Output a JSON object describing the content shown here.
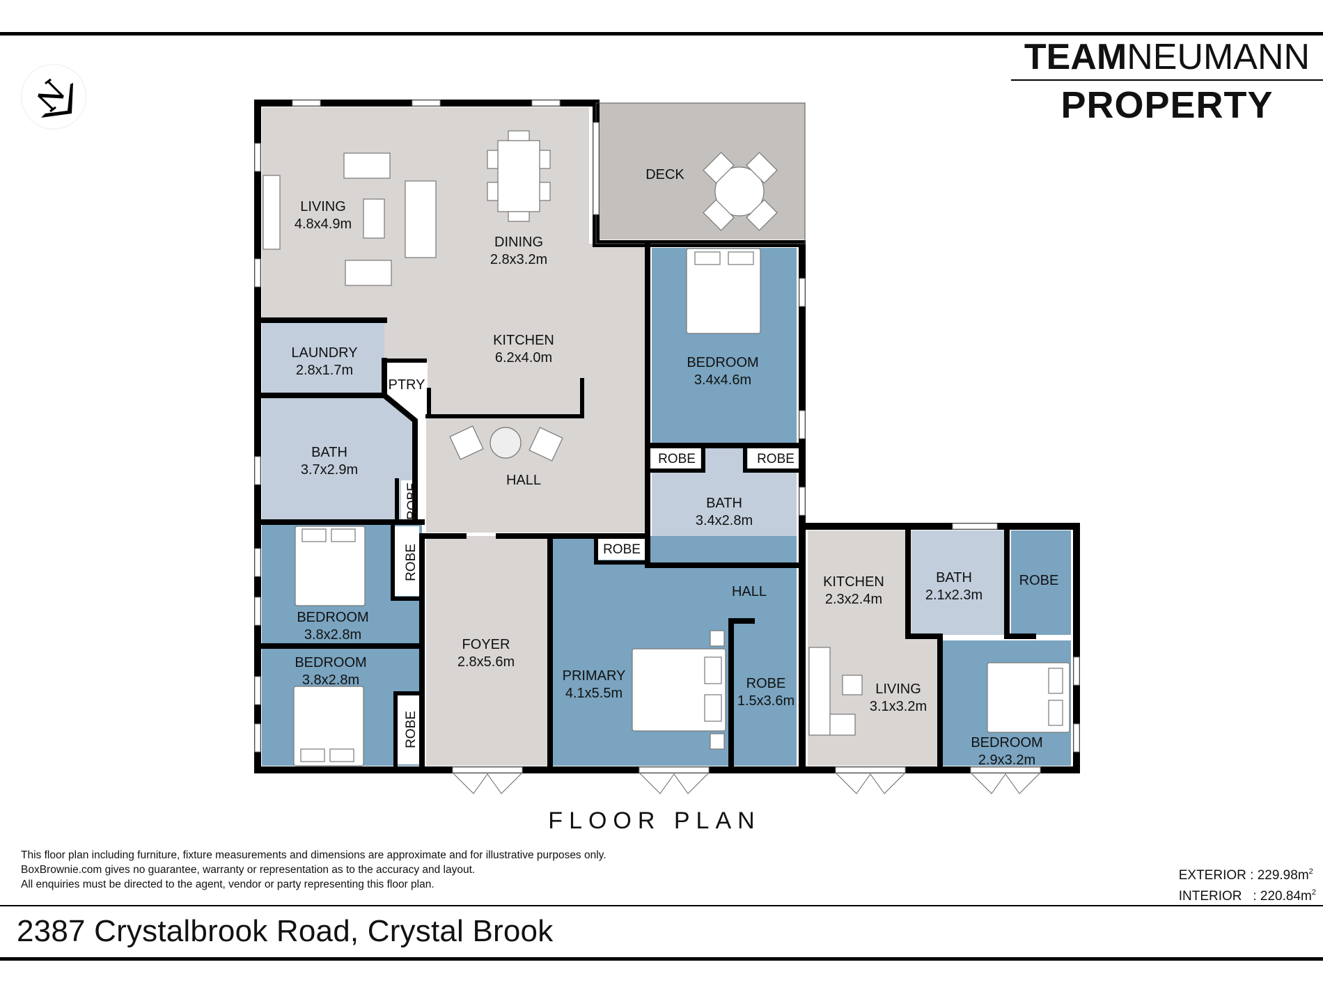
{
  "header": {
    "brand_team": "TEAM",
    "brand_neumann": "NEUMANN",
    "brand_property": "PROPERTY",
    "compass_icon": "north-arrow-icon"
  },
  "plan": {
    "title": "FLOOR PLAN",
    "colors": {
      "wall": "#000000",
      "living_zone": "#d9d5d3",
      "deck": "#c3c0bd",
      "bedroom": "#7aa4c0",
      "wet_area": "#c2cedc",
      "robe_small": "#ffffff"
    },
    "rooms": {
      "living": {
        "name": "LIVING",
        "size": "4.8x4.9m"
      },
      "dining": {
        "name": "DINING",
        "size": "2.8x3.2m"
      },
      "deck": {
        "name": "DECK"
      },
      "kitchen": {
        "name": "KITCHEN",
        "size": "6.2x4.0m"
      },
      "laundry": {
        "name": "LAUNDRY",
        "size": "2.8x1.7m"
      },
      "pantry": {
        "name": "PTRY"
      },
      "bath_main": {
        "name": "BATH",
        "size": "3.7x2.9m"
      },
      "hall_main": {
        "name": "HALL"
      },
      "bedroom_ne": {
        "name": "BEDROOM",
        "size": "3.4x4.6m"
      },
      "robe_ne_left": {
        "name": "ROBE"
      },
      "robe_ne_right": {
        "name": "ROBE"
      },
      "bath_ensuite": {
        "name": "BATH",
        "size": "3.4x2.8m"
      },
      "robe_bath_side": {
        "name": "ROBE"
      },
      "robe_primary_entry": {
        "name": "ROBE"
      },
      "hall_primary": {
        "name": "HALL"
      },
      "primary": {
        "name": "PRIMARY",
        "size": "4.1x5.5m"
      },
      "robe_walkin": {
        "name": "ROBE",
        "size": "1.5x3.6m"
      },
      "bedroom_w1": {
        "name": "BEDROOM",
        "size": "3.8x2.8m"
      },
      "robe_w1": {
        "name": "ROBE"
      },
      "bedroom_w2": {
        "name": "BEDROOM",
        "size": "3.8x2.8m"
      },
      "robe_w2": {
        "name": "ROBE"
      },
      "foyer": {
        "name": "FOYER",
        "size": "2.8x5.6m"
      },
      "kitchen_unit": {
        "name": "KITCHEN",
        "size": "2.3x2.4m"
      },
      "living_unit": {
        "name": "LIVING",
        "size": "3.1x3.2m"
      },
      "bath_unit": {
        "name": "BATH",
        "size": "2.1x2.3m"
      },
      "robe_unit": {
        "name": "ROBE"
      },
      "bedroom_unit": {
        "name": "BEDROOM",
        "size": "2.9x3.2m"
      }
    }
  },
  "footer": {
    "disclaimer": [
      "This floor plan including furniture, fixture measurements and dimensions are approximate and for illustrative purposes only.",
      "BoxBrownie.com gives no guarantee, warranty or representation as to the accuracy and layout.",
      "All enquiries must be directed to the agent, vendor or party representing this floor plan."
    ],
    "exterior_label": "EXTERIOR",
    "exterior_value": "229.98m",
    "interior_label": "INTERIOR",
    "interior_value": "220.84m",
    "area_unit_sup": "2",
    "address": "2387 Crystalbrook Road, Crystal Brook"
  }
}
